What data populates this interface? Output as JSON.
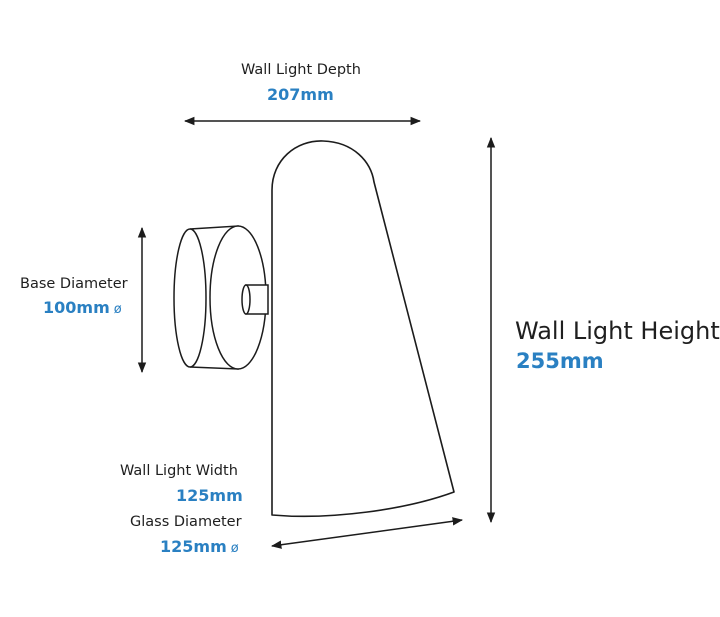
{
  "colors": {
    "accent": "#2a80c2",
    "line": "#1c1c1c",
    "text": "#1f1f1f"
  },
  "dimensions": {
    "depth": {
      "label": "Wall Light Depth",
      "value": "207mm"
    },
    "base_diameter": {
      "label": "Base Diameter",
      "value": "100mm",
      "symbol": "ø"
    },
    "height": {
      "label": "Wall Light Height",
      "value": "255mm"
    },
    "width": {
      "label": "Wall Light Width",
      "value": "125mm"
    },
    "glass_diameter": {
      "label": "Glass Diameter",
      "value": "125mm",
      "symbol": "ø"
    }
  }
}
